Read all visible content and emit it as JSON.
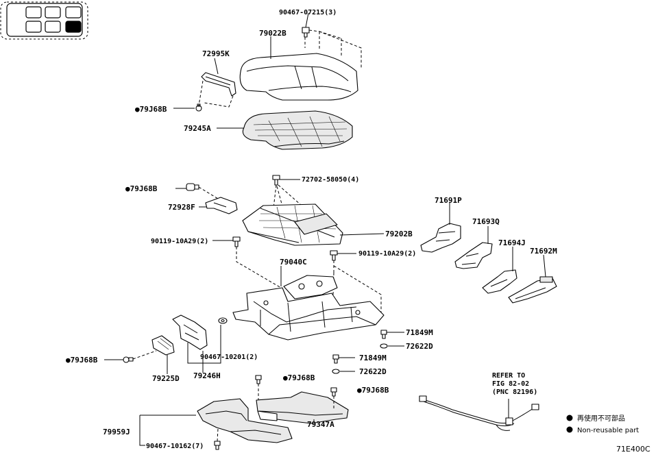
{
  "diagram_code": "71E400C",
  "refer_note": {
    "line1": "REFER TO",
    "line2": "FIG 82-02",
    "line3": "(PNC 82196)"
  },
  "legend": {
    "jp": "再使用不可部品",
    "en": "Non-reusable part"
  },
  "labels": {
    "p90467_07215": "90467-07215(3)",
    "p79022B": "79022B",
    "p72995K": "72995K",
    "p79J68B_1": "●79J68B",
    "p79245A": "79245A",
    "p72702_58050": "72702-58050(4)",
    "p79J68B_2": "●79J68B",
    "p72928F": "72928F",
    "p79202B": "79202B",
    "p90119_left": "90119-10A29(2)",
    "p90119_right": "90119-10A29(2)",
    "p79040C": "79040C",
    "p71691P": "71691P",
    "p71693Q": "71693Q",
    "p71694J": "71694J",
    "p71692M": "71692M",
    "p71849M_1": "71849M",
    "p72622D_1": "72622D",
    "p71849M_2": "71849M",
    "p72622D_2": "72622D",
    "p79J68B_3": "●79J68B",
    "p90467_10201": "90467-10201(2)",
    "p79225D": "79225D",
    "p79246H": "79246H",
    "p79J68B_4": "●79J68B",
    "p79J68B_5": "●79J68B",
    "p79959J": "79959J",
    "p90467_10162": "90467-10162(7)",
    "p79347A": "79347A"
  }
}
